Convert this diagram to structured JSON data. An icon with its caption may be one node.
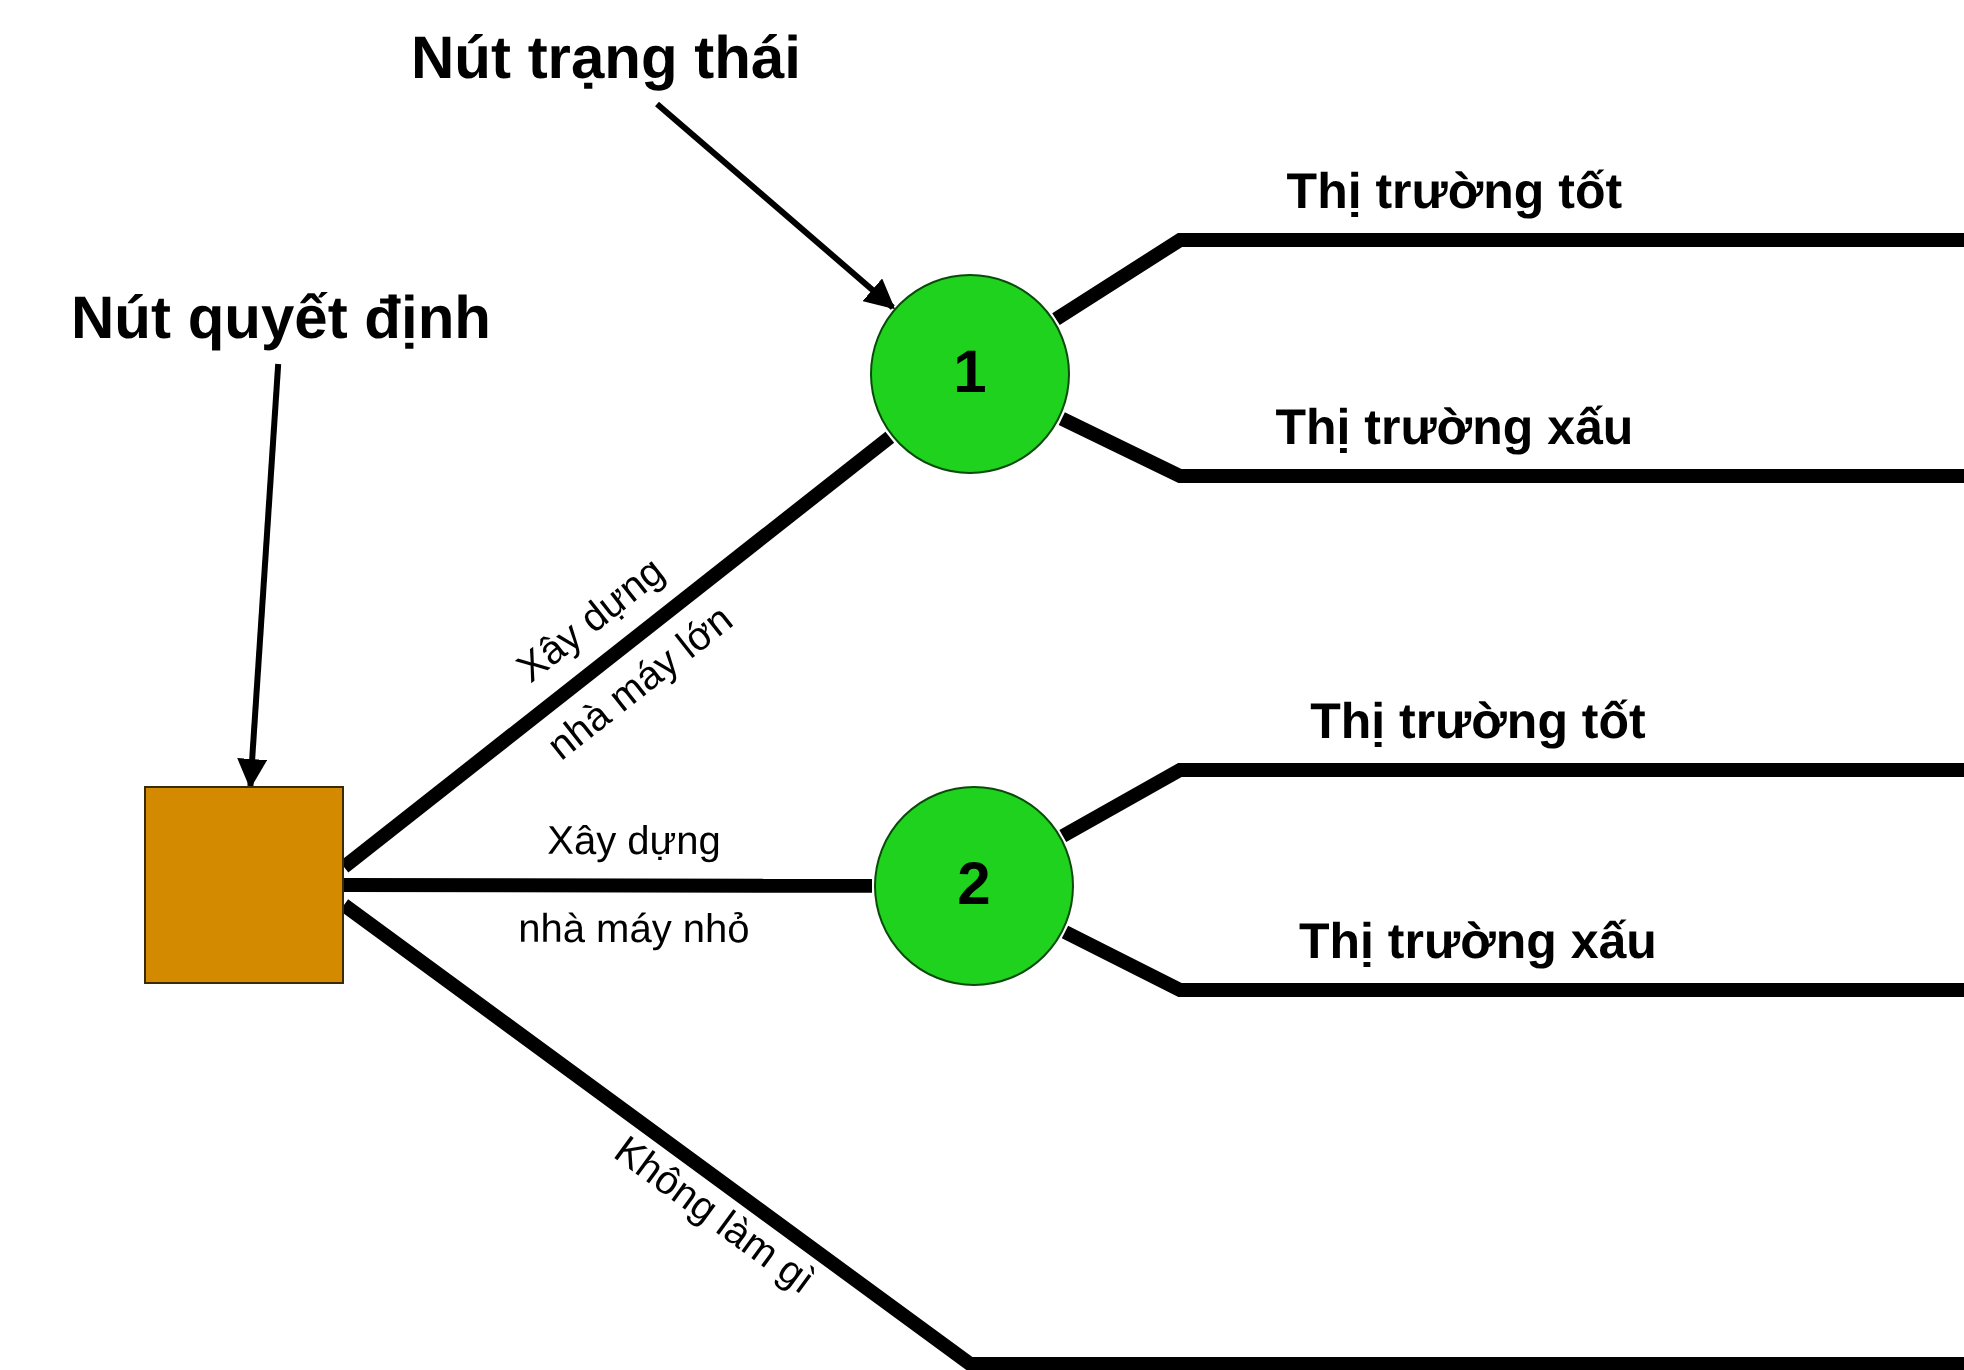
{
  "diagram": {
    "nodes": [
      {
        "text": [
          "Nút quyết định"
        ]
      },
      {
        "text": [
          "Nút trạng thái"
        ]
      },
      {
        "text": [],
        "shape": "box"
      },
      {
        "text": [
          "1"
        ]
      },
      {
        "text": [
          "2"
        ]
      }
    ],
    "edges": [
      {
        "from": 0,
        "to": 2,
        "arrow": "to"
      },
      {
        "from": 1,
        "to": 3,
        "arrow": "to"
      },
      {
        "from": 2,
        "to": 3,
        "arrow": "none",
        "label": "Xây dựng nhà máy lớn"
      },
      {
        "from": 2,
        "to": 4,
        "arrow": "none",
        "label": "Xây dựng nhà máy nhỏ"
      },
      {
        "from": 2,
        "to": null,
        "arrow": "none",
        "label": "Không làm gì"
      },
      {
        "from": 3,
        "to": null,
        "arrow": "none",
        "label": "Thị trường tốt"
      },
      {
        "from": 3,
        "to": null,
        "arrow": "none",
        "label": "Thị trường xấu"
      },
      {
        "from": 4,
        "to": null,
        "arrow": "none",
        "label": "Thị trường tốt"
      },
      {
        "from": 4,
        "to": null,
        "arrow": "none",
        "label": "Thị trường xấu"
      }
    ]
  }
}
